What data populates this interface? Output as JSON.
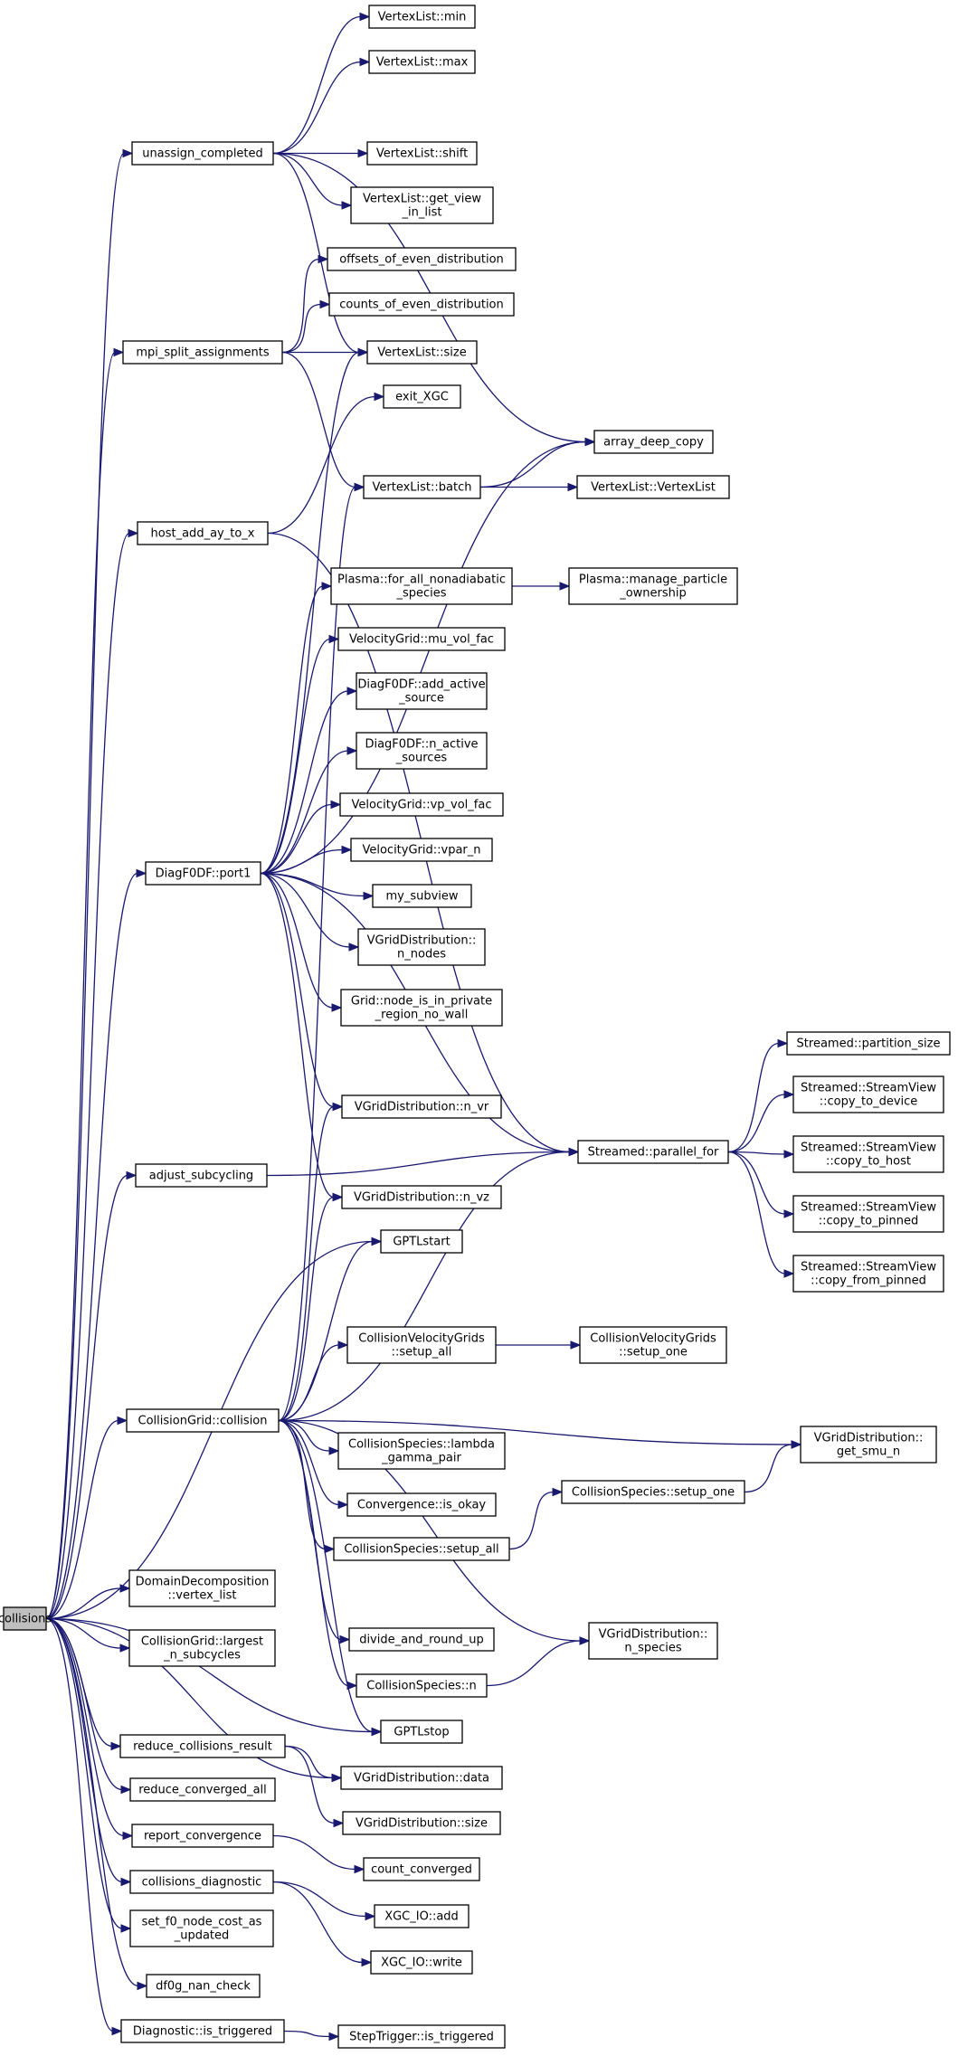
{
  "graph": {
    "colors": {
      "edge": "#191970",
      "node_fill": "#ffffff",
      "root_fill": "#bfbfbf",
      "border": "#000000"
    },
    "nodes": [
      {
        "id": "collisions",
        "lines": [
          "collisions"
        ],
        "root": true
      },
      {
        "id": "unassign_completed",
        "lines": [
          "unassign_completed"
        ]
      },
      {
        "id": "mpi_split_assignments",
        "lines": [
          "mpi_split_assignments"
        ]
      },
      {
        "id": "host_add_ay_to_x",
        "lines": [
          "host_add_ay_to_x"
        ]
      },
      {
        "id": "DiagF0DF_port1",
        "lines": [
          "DiagF0DF::port1"
        ]
      },
      {
        "id": "adjust_subcycling",
        "lines": [
          "adjust_subcycling"
        ]
      },
      {
        "id": "CollisionGrid_collision",
        "lines": [
          "CollisionGrid::collision"
        ]
      },
      {
        "id": "DomainDecomposition_vertex_list",
        "lines": [
          "DomainDecomposition",
          "::vertex_list"
        ]
      },
      {
        "id": "CollisionGrid_largest_n_subcycles",
        "lines": [
          "CollisionGrid::largest",
          "_n_subcycles"
        ]
      },
      {
        "id": "reduce_collisions_result",
        "lines": [
          "reduce_collisions_result"
        ]
      },
      {
        "id": "reduce_converged_all",
        "lines": [
          "reduce_converged_all"
        ]
      },
      {
        "id": "report_convergence",
        "lines": [
          "report_convergence"
        ]
      },
      {
        "id": "collisions_diagnostic",
        "lines": [
          "collisions_diagnostic"
        ]
      },
      {
        "id": "set_f0_node_cost_as_updated",
        "lines": [
          "set_f0_node_cost_as",
          "_updated"
        ]
      },
      {
        "id": "df0g_nan_check",
        "lines": [
          "df0g_nan_check"
        ]
      },
      {
        "id": "Diagnostic_is_triggered",
        "lines": [
          "Diagnostic::is_triggered"
        ]
      },
      {
        "id": "VertexList_min",
        "lines": [
          "VertexList::min"
        ]
      },
      {
        "id": "VertexList_max",
        "lines": [
          "VertexList::max"
        ]
      },
      {
        "id": "VertexList_shift",
        "lines": [
          "VertexList::shift"
        ]
      },
      {
        "id": "VertexList_get_view_in_list",
        "lines": [
          "VertexList::get_view",
          "_in_list"
        ]
      },
      {
        "id": "offsets_of_even_distribution",
        "lines": [
          "offsets_of_even_distribution"
        ]
      },
      {
        "id": "counts_of_even_distribution",
        "lines": [
          "counts_of_even_distribution"
        ]
      },
      {
        "id": "VertexList_size",
        "lines": [
          "VertexList::size"
        ]
      },
      {
        "id": "exit_XGC",
        "lines": [
          "exit_XGC"
        ]
      },
      {
        "id": "VertexList_batch",
        "lines": [
          "VertexList::batch"
        ]
      },
      {
        "id": "Plasma_for_all_nonadiabatic_species",
        "lines": [
          "Plasma::for_all_nonadiabatic",
          "_species"
        ]
      },
      {
        "id": "VelocityGrid_mu_vol_fac",
        "lines": [
          "VelocityGrid::mu_vol_fac"
        ]
      },
      {
        "id": "DiagF0DF_add_active_source",
        "lines": [
          "DiagF0DF::add_active",
          "_source"
        ]
      },
      {
        "id": "DiagF0DF_n_active_sources",
        "lines": [
          "DiagF0DF::n_active",
          "_sources"
        ]
      },
      {
        "id": "VelocityGrid_vp_vol_fac",
        "lines": [
          "VelocityGrid::vp_vol_fac"
        ]
      },
      {
        "id": "VelocityGrid_vpar_n",
        "lines": [
          "VelocityGrid::vpar_n"
        ]
      },
      {
        "id": "my_subview",
        "lines": [
          "my_subview"
        ]
      },
      {
        "id": "VGridDistribution_n_nodes",
        "lines": [
          "VGridDistribution::",
          "n_nodes"
        ]
      },
      {
        "id": "Grid_node_is_in_private_region_no_wall",
        "lines": [
          "Grid::node_is_in_private",
          "_region_no_wall"
        ]
      },
      {
        "id": "VGridDistribution_n_vr",
        "lines": [
          "VGridDistribution::n_vr"
        ]
      },
      {
        "id": "VGridDistribution_n_vz",
        "lines": [
          "VGridDistribution::n_vz"
        ]
      },
      {
        "id": "GPTLstart",
        "lines": [
          "GPTLstart"
        ]
      },
      {
        "id": "CollisionVelocityGrids_setup_all",
        "lines": [
          "CollisionVelocityGrids",
          "::setup_all"
        ]
      },
      {
        "id": "CollisionSpecies_lambda_gamma_pair",
        "lines": [
          "CollisionSpecies::lambda",
          "_gamma_pair"
        ]
      },
      {
        "id": "Convergence_is_okay",
        "lines": [
          "Convergence::is_okay"
        ]
      },
      {
        "id": "CollisionSpecies_setup_all",
        "lines": [
          "CollisionSpecies::setup_all"
        ]
      },
      {
        "id": "divide_and_round_up",
        "lines": [
          "divide_and_round_up"
        ]
      },
      {
        "id": "CollisionSpecies_n",
        "lines": [
          "CollisionSpecies::n"
        ]
      },
      {
        "id": "GPTLstop",
        "lines": [
          "GPTLstop"
        ]
      },
      {
        "id": "VGridDistribution_data",
        "lines": [
          "VGridDistribution::data"
        ]
      },
      {
        "id": "VGridDistribution_size",
        "lines": [
          "VGridDistribution::size"
        ]
      },
      {
        "id": "count_converged",
        "lines": [
          "count_converged"
        ]
      },
      {
        "id": "XGC_IO_add",
        "lines": [
          "XGC_IO::add"
        ]
      },
      {
        "id": "XGC_IO_write",
        "lines": [
          "XGC_IO::write"
        ]
      },
      {
        "id": "StepTrigger_is_triggered",
        "lines": [
          "StepTrigger::is_triggered"
        ]
      },
      {
        "id": "array_deep_copy",
        "lines": [
          "array_deep_copy"
        ]
      },
      {
        "id": "VertexList_VertexList",
        "lines": [
          "VertexList::VertexList"
        ]
      },
      {
        "id": "Plasma_manage_particle_ownership",
        "lines": [
          "Plasma::manage_particle",
          "_ownership"
        ]
      },
      {
        "id": "Streamed_parallel_for",
        "lines": [
          "Streamed::parallel_for"
        ]
      },
      {
        "id": "CollisionVelocityGrids_setup_one",
        "lines": [
          "CollisionVelocityGrids",
          "::setup_one"
        ]
      },
      {
        "id": "CollisionSpecies_setup_one",
        "lines": [
          "CollisionSpecies::setup_one"
        ]
      },
      {
        "id": "VGridDistribution_n_species",
        "lines": [
          "VGridDistribution::",
          "n_species"
        ]
      },
      {
        "id": "Streamed_partition_size",
        "lines": [
          "Streamed::partition_size"
        ]
      },
      {
        "id": "Streamed_StreamView_copy_to_device",
        "lines": [
          "Streamed::StreamView",
          "::copy_to_device"
        ]
      },
      {
        "id": "Streamed_StreamView_copy_to_host",
        "lines": [
          "Streamed::StreamView",
          "::copy_to_host"
        ]
      },
      {
        "id": "Streamed_StreamView_copy_to_pinned",
        "lines": [
          "Streamed::StreamView",
          "::copy_to_pinned"
        ]
      },
      {
        "id": "Streamed_StreamView_copy_from_pinned",
        "lines": [
          "Streamed::StreamView",
          "::copy_from_pinned"
        ]
      },
      {
        "id": "VGridDistribution_get_smu_n",
        "lines": [
          "VGridDistribution::",
          "get_smu_n"
        ]
      }
    ],
    "edges": [
      [
        "collisions",
        "unassign_completed"
      ],
      [
        "collisions",
        "mpi_split_assignments"
      ],
      [
        "collisions",
        "host_add_ay_to_x"
      ],
      [
        "collisions",
        "DiagF0DF_port1"
      ],
      [
        "collisions",
        "adjust_subcycling"
      ],
      [
        "collisions",
        "GPTLstart"
      ],
      [
        "collisions",
        "CollisionGrid_collision"
      ],
      [
        "collisions",
        "DomainDecomposition_vertex_list"
      ],
      [
        "collisions",
        "CollisionGrid_largest_n_subcycles"
      ],
      [
        "collisions",
        "GPTLstop"
      ],
      [
        "collisions",
        "reduce_collisions_result"
      ],
      [
        "collisions",
        "VGridDistribution_data"
      ],
      [
        "collisions",
        "reduce_converged_all"
      ],
      [
        "collisions",
        "report_convergence"
      ],
      [
        "collisions",
        "collisions_diagnostic"
      ],
      [
        "collisions",
        "set_f0_node_cost_as_updated"
      ],
      [
        "collisions",
        "df0g_nan_check"
      ],
      [
        "collisions",
        "Diagnostic_is_triggered"
      ],
      [
        "unassign_completed",
        "VertexList_min"
      ],
      [
        "unassign_completed",
        "VertexList_max"
      ],
      [
        "unassign_completed",
        "array_deep_copy"
      ],
      [
        "unassign_completed",
        "VertexList_shift"
      ],
      [
        "unassign_completed",
        "VertexList_get_view_in_list"
      ],
      [
        "unassign_completed",
        "VertexList_size"
      ],
      [
        "mpi_split_assignments",
        "offsets_of_even_distribution"
      ],
      [
        "mpi_split_assignments",
        "counts_of_even_distribution"
      ],
      [
        "mpi_split_assignments",
        "VertexList_size"
      ],
      [
        "mpi_split_assignments",
        "VertexList_batch"
      ],
      [
        "host_add_ay_to_x",
        "exit_XGC"
      ],
      [
        "host_add_ay_to_x",
        "Streamed_parallel_for"
      ],
      [
        "DiagF0DF_port1",
        "VertexList_size"
      ],
      [
        "DiagF0DF_port1",
        "array_deep_copy"
      ],
      [
        "DiagF0DF_port1",
        "Plasma_for_all_nonadiabatic_species"
      ],
      [
        "DiagF0DF_port1",
        "VelocityGrid_mu_vol_fac"
      ],
      [
        "DiagF0DF_port1",
        "DiagF0DF_add_active_source"
      ],
      [
        "DiagF0DF_port1",
        "DiagF0DF_n_active_sources"
      ],
      [
        "DiagF0DF_port1",
        "VelocityGrid_vp_vol_fac"
      ],
      [
        "DiagF0DF_port1",
        "VelocityGrid_vpar_n"
      ],
      [
        "DiagF0DF_port1",
        "my_subview"
      ],
      [
        "DiagF0DF_port1",
        "VGridDistribution_n_nodes"
      ],
      [
        "DiagF0DF_port1",
        "Grid_node_is_in_private_region_no_wall"
      ],
      [
        "DiagF0DF_port1",
        "Streamed_parallel_for"
      ],
      [
        "DiagF0DF_port1",
        "VGridDistribution_n_vr"
      ],
      [
        "DiagF0DF_port1",
        "VGridDistribution_n_vz"
      ],
      [
        "adjust_subcycling",
        "Streamed_parallel_for"
      ],
      [
        "CollisionGrid_collision",
        "VertexList_batch"
      ],
      [
        "CollisionGrid_collision",
        "VGridDistribution_n_vr"
      ],
      [
        "CollisionGrid_collision",
        "VGridDistribution_n_vz"
      ],
      [
        "CollisionGrid_collision",
        "GPTLstart"
      ],
      [
        "CollisionGrid_collision",
        "Streamed_parallel_for"
      ],
      [
        "CollisionGrid_collision",
        "CollisionVelocityGrids_setup_all"
      ],
      [
        "CollisionGrid_collision",
        "CollisionSpecies_lambda_gamma_pair"
      ],
      [
        "CollisionGrid_collision",
        "VGridDistribution_get_smu_n"
      ],
      [
        "CollisionGrid_collision",
        "Convergence_is_okay"
      ],
      [
        "CollisionGrid_collision",
        "CollisionSpecies_setup_all"
      ],
      [
        "CollisionGrid_collision",
        "divide_and_round_up"
      ],
      [
        "CollisionGrid_collision",
        "VGridDistribution_n_species"
      ],
      [
        "CollisionGrid_collision",
        "CollisionSpecies_n"
      ],
      [
        "CollisionGrid_collision",
        "GPTLstop"
      ],
      [
        "reduce_collisions_result",
        "VGridDistribution_data"
      ],
      [
        "reduce_collisions_result",
        "VGridDistribution_size"
      ],
      [
        "report_convergence",
        "count_converged"
      ],
      [
        "collisions_diagnostic",
        "XGC_IO_add"
      ],
      [
        "collisions_diagnostic",
        "XGC_IO_write"
      ],
      [
        "Diagnostic_is_triggered",
        "StepTrigger_is_triggered"
      ],
      [
        "VertexList_batch",
        "array_deep_copy"
      ],
      [
        "VertexList_batch",
        "VertexList_VertexList"
      ],
      [
        "Plasma_for_all_nonadiabatic_species",
        "Plasma_manage_particle_ownership"
      ],
      [
        "Streamed_parallel_for",
        "Streamed_partition_size"
      ],
      [
        "Streamed_parallel_for",
        "Streamed_StreamView_copy_to_device"
      ],
      [
        "Streamed_parallel_for",
        "Streamed_StreamView_copy_to_host"
      ],
      [
        "Streamed_parallel_for",
        "Streamed_StreamView_copy_to_pinned"
      ],
      [
        "Streamed_parallel_for",
        "Streamed_StreamView_copy_from_pinned"
      ],
      [
        "CollisionVelocityGrids_setup_all",
        "CollisionVelocityGrids_setup_one"
      ],
      [
        "CollisionSpecies_setup_all",
        "CollisionSpecies_setup_one"
      ],
      [
        "CollisionSpecies_setup_one",
        "VGridDistribution_get_smu_n"
      ],
      [
        "CollisionSpecies_n",
        "VGridDistribution_n_species"
      ]
    ]
  }
}
